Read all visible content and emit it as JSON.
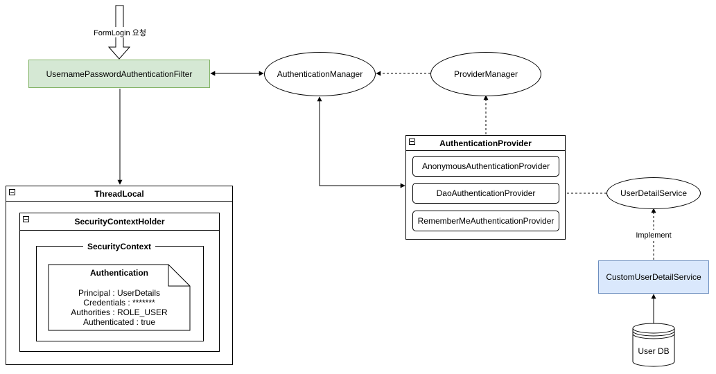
{
  "labels": {
    "formlogin_request": "FormLogin 요청",
    "filter": "UsernamePasswordAuthenticationFilter",
    "auth_manager": "AuthenticationManager",
    "provider_manager": "ProviderManager",
    "auth_provider_title": "AuthenticationProvider",
    "anonymous_provider": "AnonymousAuthenticationProvider",
    "dao_provider": "DaoAuthenticationProvider",
    "rememberme_provider": "RememberMeAuthenticationProvider",
    "user_detail_service": "UserDetailService",
    "implement": "Implement",
    "custom_user_detail_service": "CustomUserDetailService",
    "user_db": "User DB",
    "thread_local": "ThreadLocal",
    "security_context_holder": "SecurityContextHolder",
    "security_context": "SecurityContext",
    "authentication": "Authentication",
    "principal": "Principal : UserDetails",
    "credentials": "Credentials : *******",
    "authorities": "Authorities : ROLE_USER",
    "authenticated": "Authenticated : true"
  },
  "colors": {
    "filter_fill": "#d5e8d4",
    "filter_stroke": "#82b366",
    "custom_service_fill": "#dae8fc",
    "custom_service_stroke": "#6c8ebf"
  }
}
